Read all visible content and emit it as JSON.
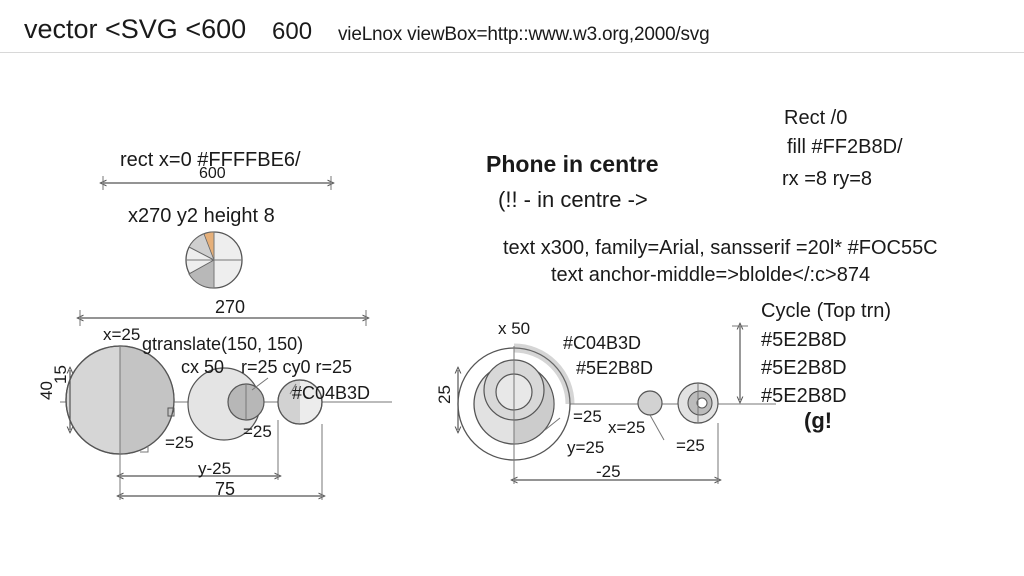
{
  "header": {
    "title": "vector <SVG <600",
    "size": "600",
    "namespace": "vieLnox viewBox=http::www.w3.org,2000/svg"
  },
  "left_panel": {
    "rect_label": "rect x=0 #FFFFBE6/",
    "rect_width": "600",
    "position_label": "x270 y2  height 8",
    "dim_270": "270",
    "x_label": "x=25",
    "translate_label": "gtranslate(150, 150)",
    "cx_label": "cx 50",
    "r_cy_label": "r=25 cy0 r=25",
    "color_label": "#C04B3D",
    "side_label_a": "40",
    "side_label_b": "15",
    "r_label_a": "=25",
    "r_label_b": "=25",
    "y_label": "y-25",
    "dim_75": "75"
  },
  "center_panel": {
    "title": "Phone in centre",
    "subtitle": "(!! - in centre ->",
    "text_label_1": "text x300, family=Arial, sansserif =20l* #FOC55C",
    "text_label_2": "text anchor-middle=>blolde</:c>874",
    "x50_label": "x 50",
    "color_1": "#C04B3D",
    "color_2": "#5E2B8D",
    "side_label": "25",
    "eq25_label": "=25",
    "x25_label": "x=25",
    "y25_label": "y=25",
    "eq25_label_b": "=25",
    "dim_label": "-25"
  },
  "right_panel": {
    "rect_label": "Rect /0",
    "fill_label": "fill #FF2B8D/",
    "radius_label": "rx =8 ry=8",
    "cycle_label": "Cycle (Top trn)",
    "colors": [
      "#5E2B8D",
      "#5E2B8D",
      "#5E2B8D"
    ],
    "group_label": "(g!"
  }
}
